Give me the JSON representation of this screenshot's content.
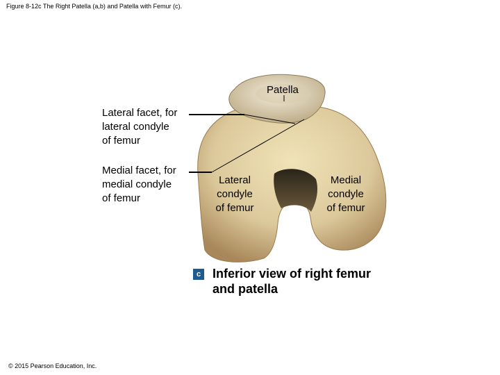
{
  "figure": {
    "title": "Figure 8-12c The Right Patella (a,b) and Patella with Femur (c).",
    "copyright": "© 2015 Pearson Education, Inc."
  },
  "labels": {
    "patella": "Patella",
    "lateral_facet": [
      "Lateral facet, for",
      "lateral condyle",
      "of femur"
    ],
    "medial_facet": [
      "Medial facet, for",
      "medial condyle",
      "of femur"
    ],
    "lateral_condyle": [
      "Lateral",
      "condyle",
      "of femur"
    ],
    "medial_condyle": [
      "Medial",
      "condyle",
      "of femur"
    ]
  },
  "view": {
    "letter": "c",
    "caption": [
      "Inferior view of right femur",
      "and patella"
    ]
  },
  "colors": {
    "bone": "#dcc99b",
    "bone_shadow": "#a8875a",
    "notch": "#3a3324",
    "patella": "#e6dfcc",
    "badge": "#1f5a8e"
  }
}
